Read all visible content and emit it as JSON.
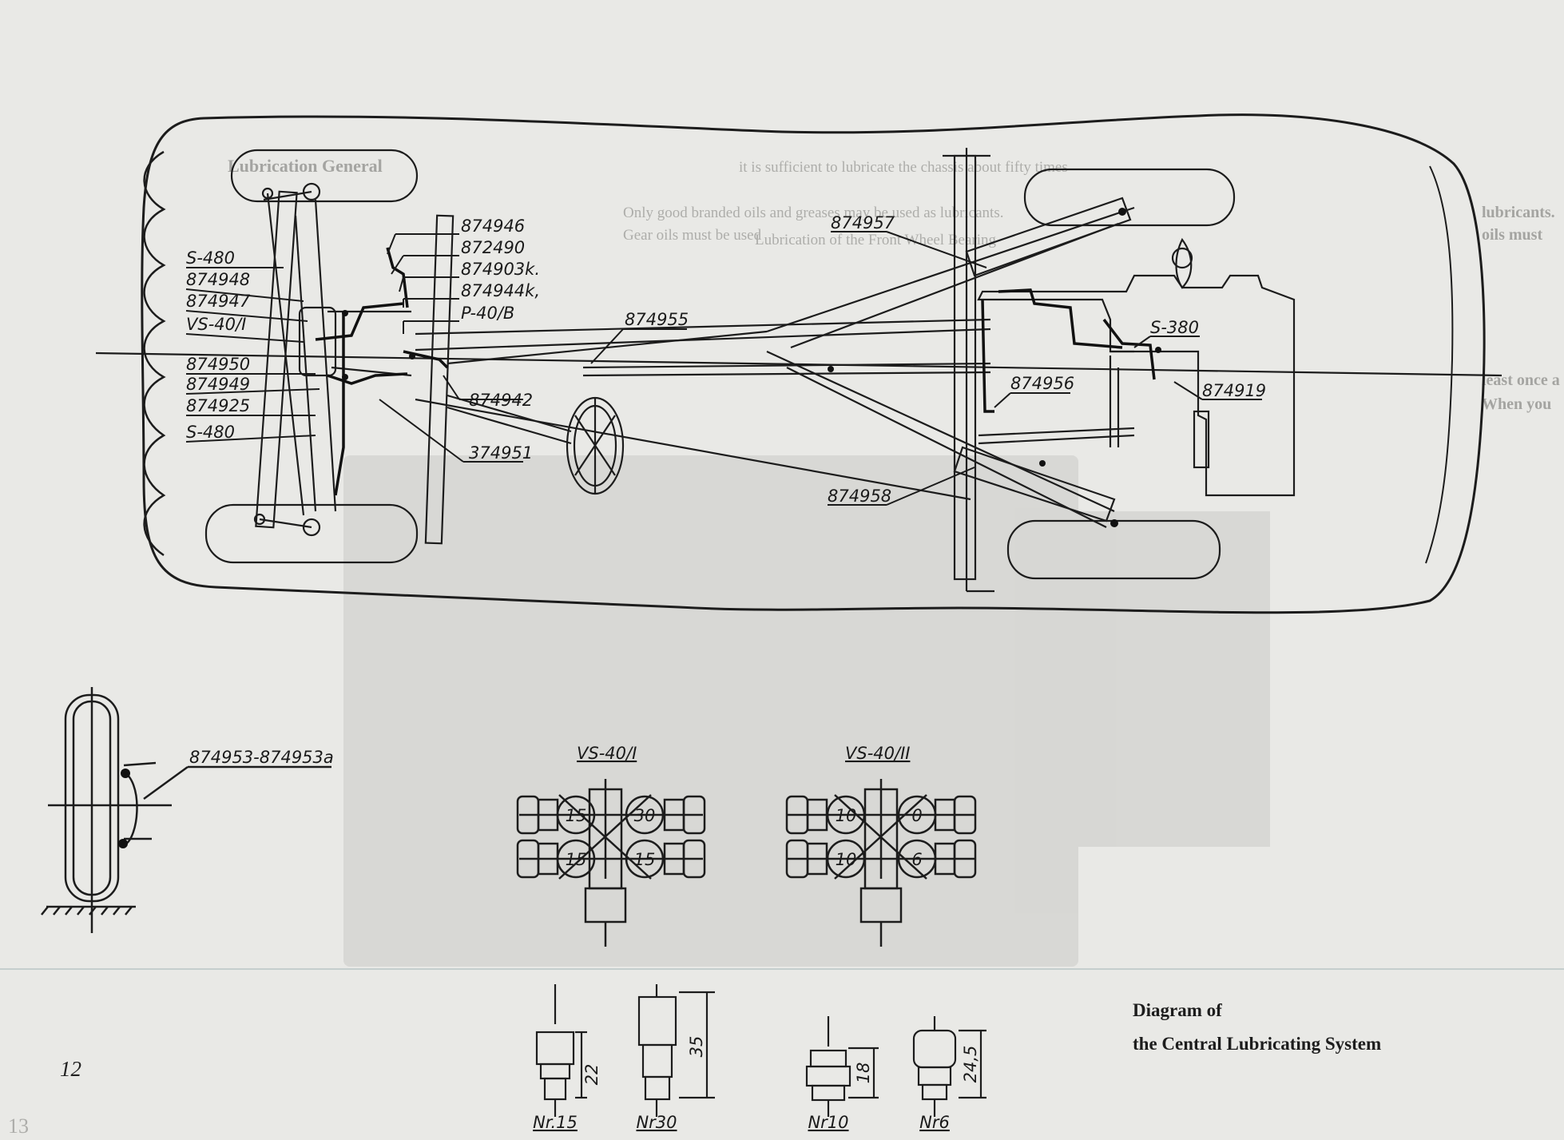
{
  "caption": {
    "line1": "Diagram of",
    "line2": "the Central Lubricating System"
  },
  "page_number": "12",
  "chassis_labels": {
    "p874946": "874946",
    "p872490": "872490",
    "p874903k": "874903k.",
    "p874944k": "874944k,",
    "pP40B": "P-40/B",
    "pS480a": "S-480",
    "p874948": "874948",
    "p874947": "874947",
    "pVS40I": "VS-40/I",
    "p874950": "874950",
    "p874949": "874949",
    "p874925": "874925",
    "pS480b": "S-480",
    "p874955": "874955",
    "p874942": "874942",
    "p374951": "374951",
    "p874957": "874957",
    "pS380": "S-380",
    "p874956": "874956",
    "p874919": "874919",
    "p874958": "874958"
  },
  "wheel_detail": {
    "label": "874953-874953a"
  },
  "distributors": [
    {
      "title": "VS-40/I",
      "outlets": [
        "15",
        "30",
        "15",
        "15"
      ]
    },
    {
      "title": "VS-40/II",
      "outlets": [
        "10",
        "0",
        "10",
        "6"
      ]
    }
  ],
  "nipples": [
    {
      "name": "Nr.15",
      "dimension": "22"
    },
    {
      "name": "Nr30",
      "dimension": "35"
    },
    {
      "name": "Nr10",
      "dimension": "18"
    },
    {
      "name": "Nr6",
      "dimension": "24,5"
    }
  ],
  "bleed_through": {
    "heading_left": "Lubrication General",
    "heading_right": "Lubrication of the Front Wheel Bearing",
    "line1": "Only good branded oils and greases may be used as lubricants.",
    "line2": "Gear oils must be used",
    "line3": "it is sufficient to lubricate the chassis about fifty times",
    "tail1": "lubricants.",
    "tail2": "oils must",
    "tail3": "least once a",
    "tail4": "When you",
    "page_ghost": "13"
  }
}
